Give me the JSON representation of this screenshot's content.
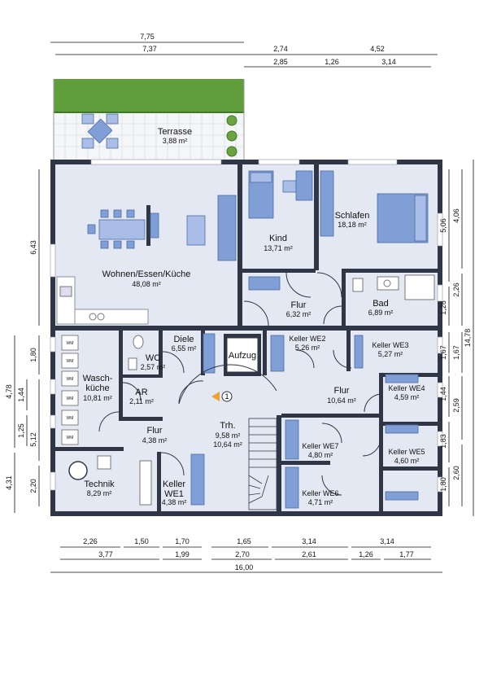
{
  "rooms": {
    "terrasse": {
      "name": "Terrasse",
      "area": "3,88 m²"
    },
    "wohnen": {
      "name": "Wohnen/Essen/Küche",
      "area": "48,08 m²"
    },
    "kind": {
      "name": "Kind",
      "area": "13,71 m²"
    },
    "schlafen": {
      "name": "Schlafen",
      "area": "18,18 m²"
    },
    "flur_top": {
      "name": "Flur",
      "area": "6,32 m²"
    },
    "bad": {
      "name": "Bad",
      "area": "6,89 m²"
    },
    "diele": {
      "name": "Diele",
      "area": "6,55 m²"
    },
    "wc": {
      "name": "WC",
      "area": "2,57 m²"
    },
    "ar": {
      "name": "AR",
      "area": "2,11 m²"
    },
    "waschkueche": {
      "name1": "Wasch-",
      "name2": "küche",
      "area": "10,81 m²"
    },
    "aufzug": {
      "name": "Aufzug"
    },
    "flur_left": {
      "name": "Flur",
      "area": "4,38 m²"
    },
    "technik": {
      "name": "Technik",
      "area": "8,29 m²"
    },
    "keller_we1": {
      "name1": "Keller",
      "name2": "WE1",
      "area": "4,38 m²"
    },
    "trh": {
      "name": "Trh.",
      "area1": "9,58 m²",
      "area2": "10,64 m²"
    },
    "keller_we2": {
      "name": "Keller WE2",
      "area": "5,26 m²"
    },
    "keller_we3": {
      "name": "Keller WE3",
      "area": "5,27 m²"
    },
    "keller_we4": {
      "name": "Keller WE4",
      "area": "4,59 m²"
    },
    "flur_right": {
      "name": "Flur",
      "area": "10,64 m²"
    },
    "keller_we7": {
      "name": "Keller WE7",
      "area": "4,80 m²"
    },
    "keller_we5": {
      "name": "Keller WE5",
      "area": "4,60 m²"
    },
    "keller_we6": {
      "name": "Keller WE6",
      "area": "4,71 m²"
    }
  },
  "wm_label": "WM",
  "viewpoint_number": "1",
  "dimensions": {
    "top": [
      "7,75",
      "7,37",
      "2,74",
      "4,52",
      "2,85",
      "1,26",
      "3,14"
    ],
    "bottom_row1": [
      "2,26",
      "1,50",
      "1,70",
      "1,65",
      "3,14",
      "3,14"
    ],
    "bottom_row2": [
      "3,77",
      "1,99",
      "2,70",
      "2,61",
      "1,26",
      "1,77"
    ],
    "bottom_total": "16,00",
    "left_outer": [
      "6,43",
      "4,78",
      "4,31"
    ],
    "left_inner": [
      "1,80",
      "1,44",
      "1,25",
      "5,12",
      "2,20"
    ],
    "right_inner": [
      "5,06",
      "1,26",
      "1,67",
      "1,44",
      "1,83",
      "1,80"
    ],
    "right_mid": [
      "4,06",
      "2,26",
      "1,67",
      "2,59",
      "2,60"
    ],
    "right_total": "14,78"
  },
  "colors": {
    "wall": "#2f3747",
    "floor": "#e4e8f2",
    "furniture": "#7f9fd6",
    "grass": "#5f9e3a"
  }
}
